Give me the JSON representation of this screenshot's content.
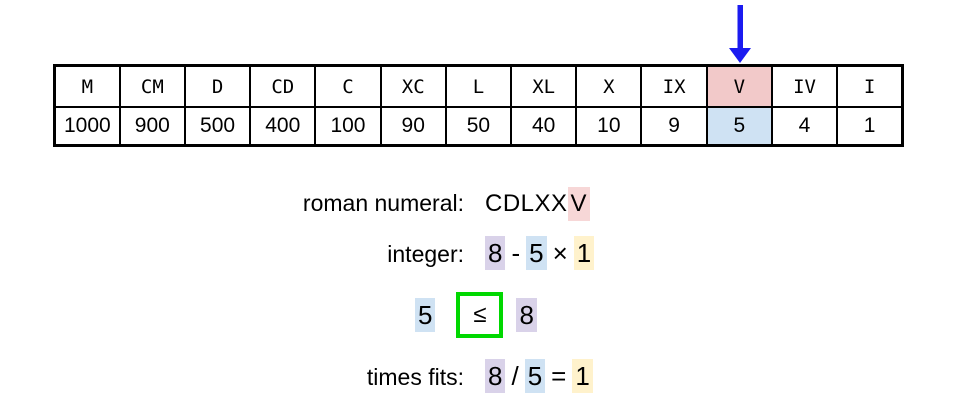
{
  "table": {
    "symbols": [
      "M",
      "CM",
      "D",
      "CD",
      "C",
      "XC",
      "L",
      "XL",
      "X",
      "IX",
      "V",
      "IV",
      "I"
    ],
    "values": [
      "1000",
      "900",
      "500",
      "400",
      "100",
      "90",
      "50",
      "40",
      "10",
      "9",
      "5",
      "4",
      "1"
    ],
    "highlight_index": 10
  },
  "arrow": {
    "points_to": "V"
  },
  "roman_line": {
    "label": "roman numeral:",
    "prefix": "CDLXX",
    "current": "V"
  },
  "integer_line": {
    "label": "integer:",
    "minuend": "8",
    "minus_op": "-",
    "subtrahend": "5",
    "times_op": "×",
    "multiplier": "1"
  },
  "comparison_line": {
    "left": "5",
    "operator": "≤",
    "right": "8"
  },
  "times_line": {
    "label": "times fits:",
    "dividend": "8",
    "divide_op": "/",
    "divisor": "5",
    "equals_op": "=",
    "result": "1"
  },
  "colors": {
    "cell_symbol_highlight": "#f2c9c9",
    "cell_value_highlight": "#cfe2f3",
    "text_highlight_pink": "#f7d7d7",
    "text_highlight_purple": "#d9d2e9",
    "text_highlight_blue": "#cfe2f3",
    "text_highlight_yellow": "#fff2cc",
    "comparison_box_green": "#00d800",
    "arrow_blue": "#1b1bf0",
    "table_border": "#000000"
  }
}
